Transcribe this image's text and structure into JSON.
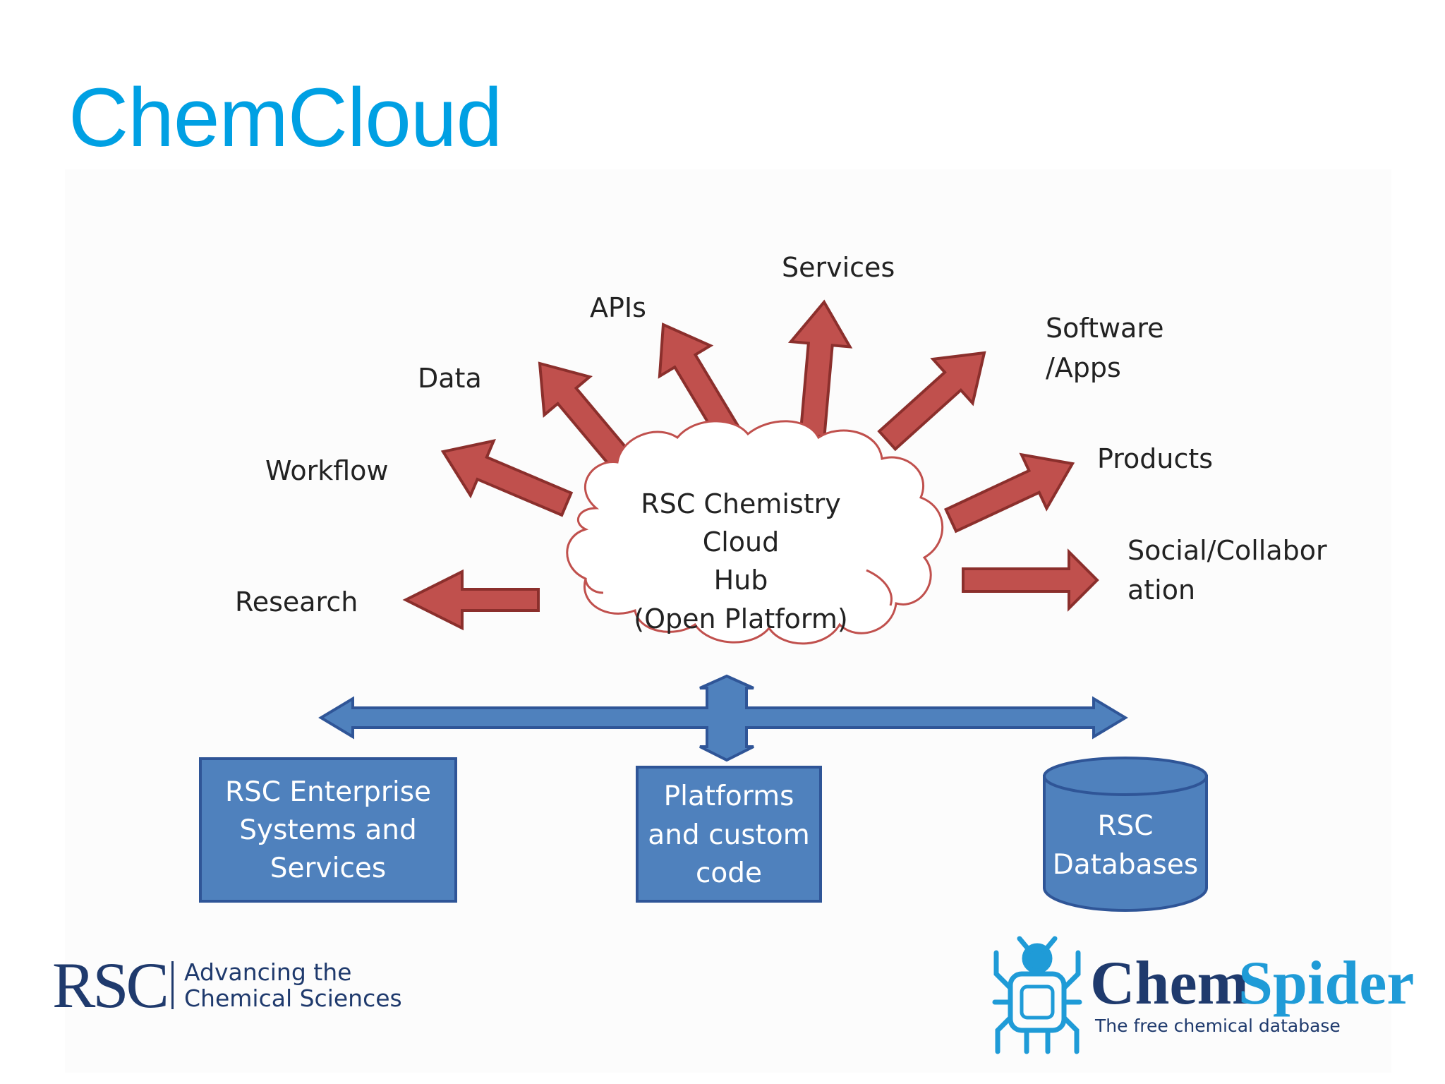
{
  "slide": {
    "title": "ChemCloud"
  },
  "hub": {
    "lines": [
      "RSC Chemistry",
      "Cloud",
      "Hub",
      "(Open Platform)"
    ]
  },
  "outputs": {
    "research": "Research",
    "workflow": "Workflow",
    "data": "Data",
    "apis": "APIs",
    "services": "Services",
    "software": [
      "Software",
      "/Apps"
    ],
    "products": "Products",
    "social": [
      "Social/Collabor",
      "ation"
    ]
  },
  "sources": {
    "enterprise": [
      "RSC Enterprise",
      "Systems and",
      "Services"
    ],
    "platforms": [
      "Platforms",
      "and custom",
      "code"
    ],
    "databases": [
      "RSC",
      "Databases"
    ]
  },
  "logos": {
    "rsc": {
      "mark": "RSC",
      "tagline": [
        "Advancing the",
        "Chemical Sciences"
      ]
    },
    "chemspider": {
      "name_part1": "Chem",
      "name_part2": "Spider",
      "tagline": "The free chemical database"
    }
  },
  "colors": {
    "title": "#00a0e3",
    "arrow_red": "#c0504d",
    "box_blue": "#4f81bd",
    "cloud_outline": "#c0504d",
    "rsc_navy": "#1f3a6d",
    "chemspider_blue": "#1f9bd7",
    "chemspider_navy": "#1f3a6d"
  }
}
